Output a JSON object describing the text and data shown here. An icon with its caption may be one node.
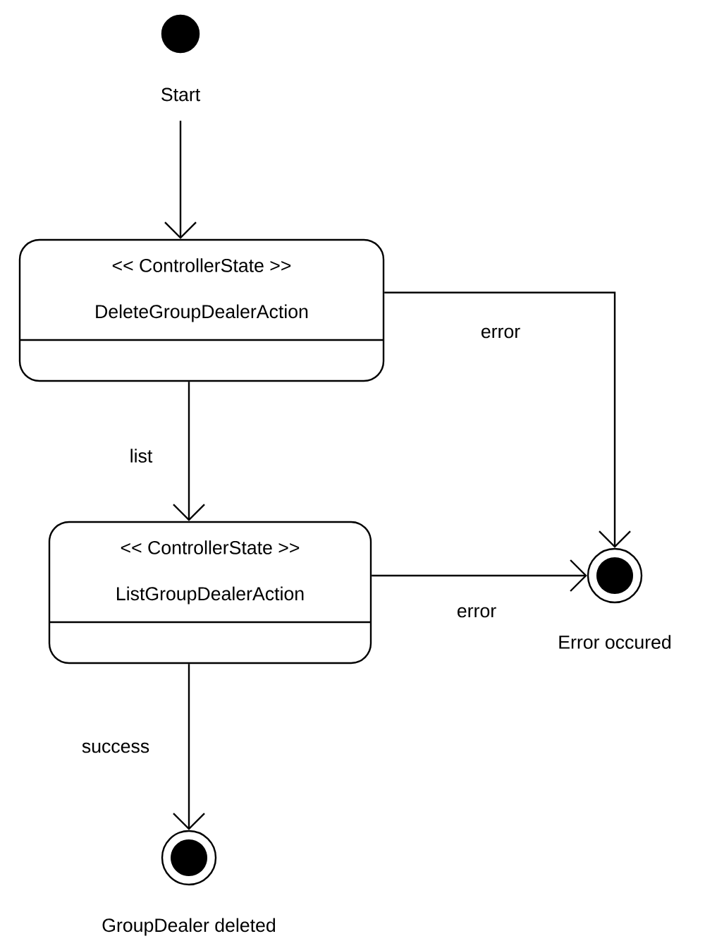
{
  "diagram": {
    "nodes": [
      {
        "text": [],
        "shape": "circle",
        "beside": [
          "Start"
        ]
      },
      {
        "text": [
          "<< ControllerState >>",
          "DeleteGroupDealerAction"
        ]
      },
      {
        "text": [
          "<< ControllerState >>",
          "ListGroupDealerAction"
        ]
      },
      {
        "text": [],
        "shape": "circle",
        "beside": [
          "Error occured"
        ]
      },
      {
        "text": [],
        "shape": "circle",
        "beside": [
          "GroupDealer deleted"
        ]
      }
    ],
    "edges": [
      {
        "from": 0,
        "to": 1,
        "arrow": "to"
      },
      {
        "from": 1,
        "to": 2,
        "arrow": "to",
        "label": "list"
      },
      {
        "from": 1,
        "to": 3,
        "arrow": "to",
        "label": "error"
      },
      {
        "from": 2,
        "to": 3,
        "arrow": "to",
        "label": "error"
      },
      {
        "from": 2,
        "to": 4,
        "arrow": "to",
        "label": "success"
      }
    ]
  }
}
